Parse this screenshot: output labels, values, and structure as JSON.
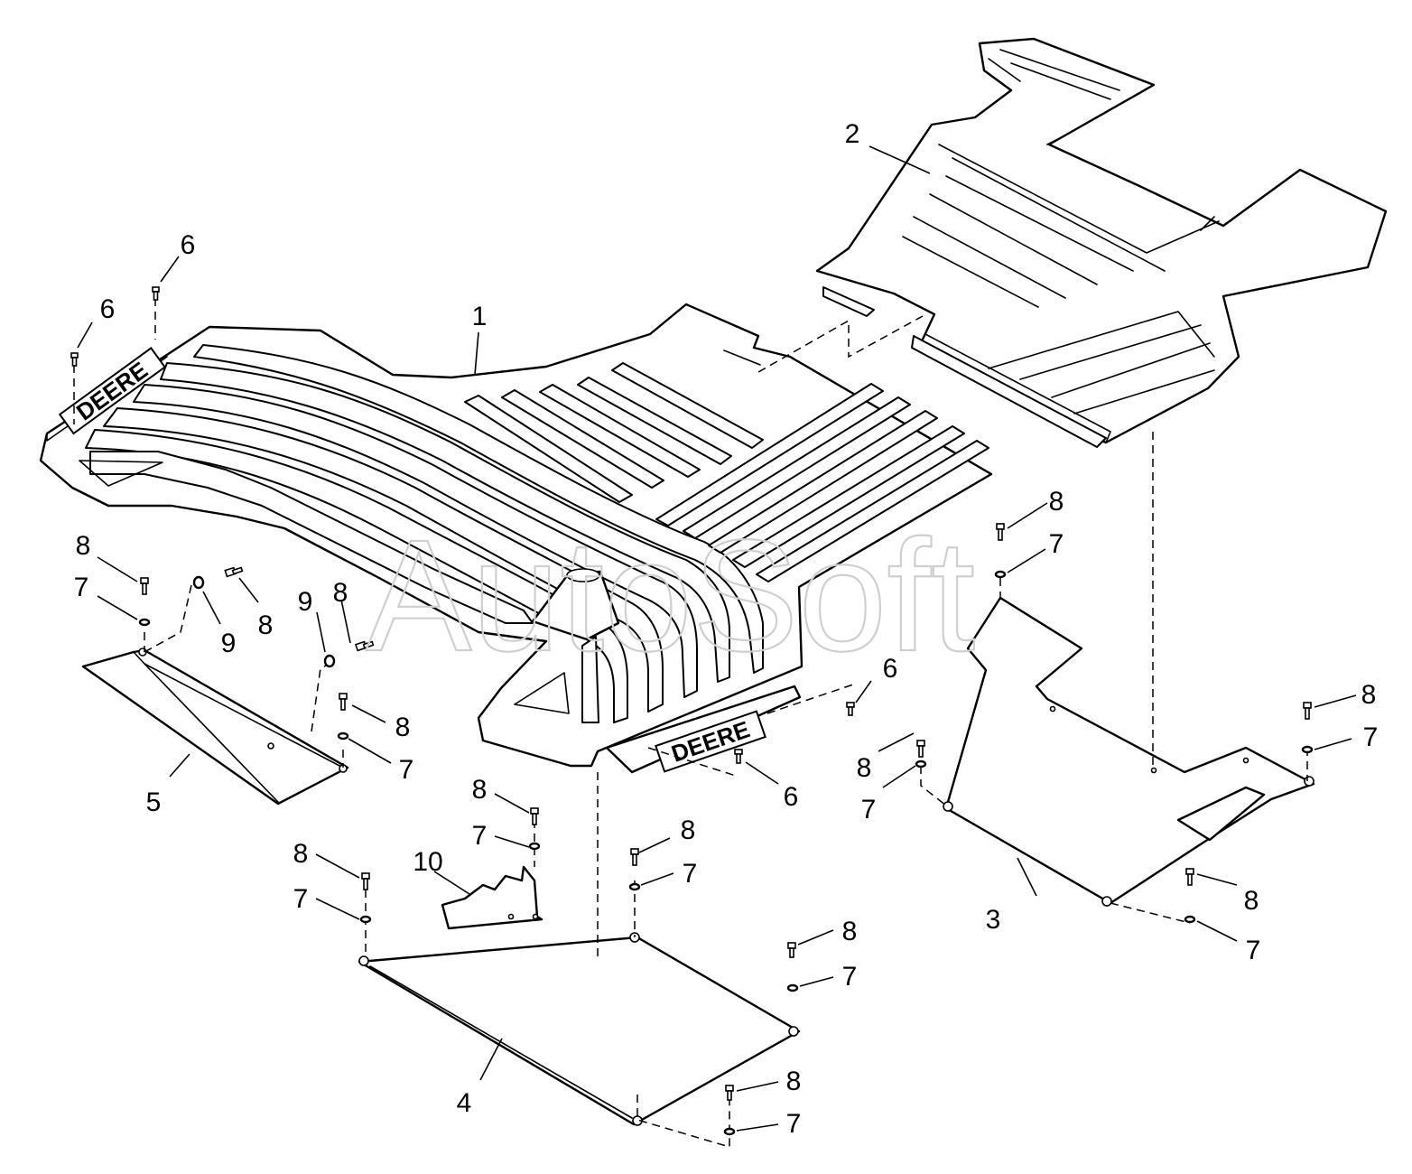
{
  "watermark": "AutoSoft",
  "logo_text": "DEERE",
  "callouts": {
    "c1": "1",
    "c2": "2",
    "c3": "3",
    "c4": "4",
    "c5": "5",
    "c10": "10",
    "c6a": "6",
    "c6b": "6",
    "c6c": "6",
    "c6d": "6",
    "c8a": "8",
    "c7a": "7",
    "c9a": "9",
    "c8b": "8",
    "c9b": "9",
    "c8c": "8",
    "c8d": "8",
    "c7d": "7",
    "c8e": "8",
    "c7e": "7",
    "c8f": "8",
    "c7f": "7",
    "c8g": "8",
    "c7g": "7",
    "c8h": "8",
    "c7h": "7",
    "c8i": "8",
    "c7i": "7",
    "c8j": "8",
    "c7j": "7",
    "c8k": "8",
    "c7k": "7",
    "c8l": "8",
    "c7l": "7",
    "c8m": "8",
    "c7m": "7"
  }
}
